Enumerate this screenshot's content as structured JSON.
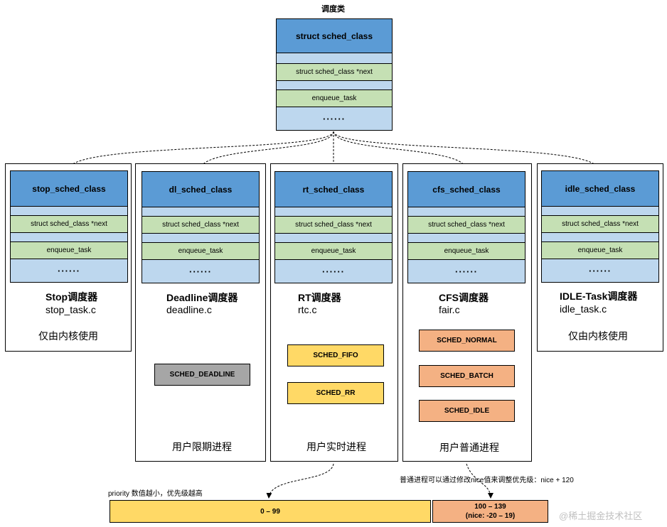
{
  "top_label": "调度类",
  "top_class": {
    "header": "struct sched_class",
    "next_field": "struct sched_class *next",
    "enqueue": "enqueue_task",
    "dots": "······"
  },
  "schedulers": [
    {
      "class_name": "stop_sched_class",
      "next_field": "struct sched_class *next",
      "enqueue": "enqueue_task",
      "dots": "······",
      "title": "Stop调度器",
      "file": "stop_task.c",
      "note": "仅由内核使用"
    },
    {
      "class_name": "dl_sched_class",
      "next_field": "struct sched_class *next",
      "enqueue": "enqueue_task",
      "dots": "······",
      "title": "Deadline调度器",
      "file": "deadline.c",
      "policies": [
        "SCHED_DEADLINE"
      ],
      "note": "用户限期进程"
    },
    {
      "class_name": "rt_sched_class",
      "next_field": "struct sched_class *next",
      "enqueue": "enqueue_task",
      "dots": "······",
      "title": "RT调度器",
      "file": "rtc.c",
      "policies": [
        "SCHED_FIFO",
        "SCHED_RR"
      ],
      "note": "用户实时进程"
    },
    {
      "class_name": "cfs_sched_class",
      "next_field": "struct sched_class *next",
      "enqueue": "enqueue_task",
      "dots": "······",
      "title": "CFS调度器",
      "file": "fair.c",
      "policies": [
        "SCHED_NORMAL",
        "SCHED_BATCH",
        "SCHED_IDLE"
      ],
      "note": "用户普通进程"
    },
    {
      "class_name": "idle_sched_class",
      "next_field": "struct sched_class *next",
      "enqueue": "enqueue_task",
      "dots": "······",
      "title": "IDLE-Task调度器",
      "file": "idle_task.c",
      "note": "仅由内核使用"
    }
  ],
  "priority_note": "priority 数值越小，优先级越高",
  "nice_note": "普通进程可以通过修改nice值来调整优先级：nice + 120",
  "rt_range": "0   –   99",
  "normal_range_line1": "100   –   139",
  "normal_range_line2": "(nice: -20   –   19)",
  "watermark": "@稀土掘金技术社区",
  "colors": {
    "header_blue": "#5b9bd5",
    "light_blue": "#bdd7ee",
    "green": "#c5e0b4",
    "yellow": "#ffd966",
    "salmon": "#f4b183",
    "gray": "#a6a6a6"
  }
}
